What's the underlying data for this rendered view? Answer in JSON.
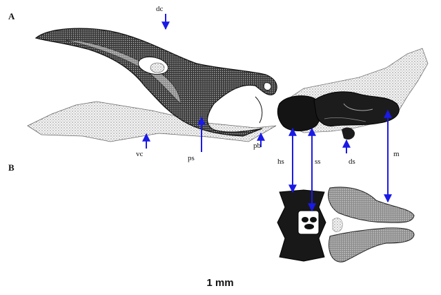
{
  "panels": {
    "a": "A",
    "b": "B"
  },
  "labels": {
    "dc": "dc",
    "vc": "vc",
    "ps": "ps",
    "pb": "pb",
    "hs": "hs",
    "ss": "ss",
    "ds": "ds",
    "m": "m"
  },
  "scale_bar": "1 mm",
  "colors": {
    "arrow": "#1a1ae6",
    "ink": "#111111",
    "bone_dark": "#2a2a2a",
    "bone_mid": "#6e6e6e",
    "cartilage": "#d8d8d8"
  }
}
